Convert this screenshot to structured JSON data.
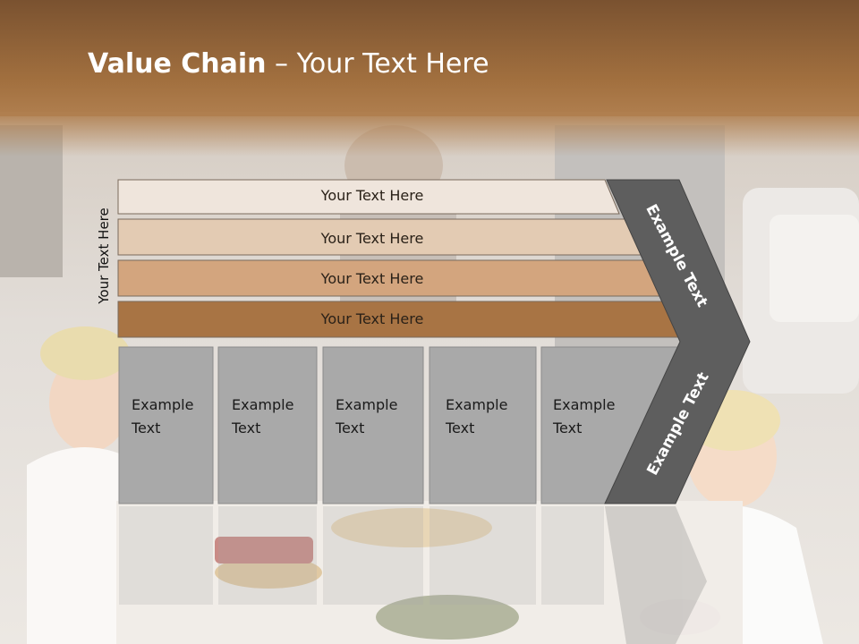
{
  "slide": {
    "title_bold": "Value Chain",
    "title_rest": " – Your Text Here",
    "vertical_label": "Your Text Here"
  },
  "bars": [
    {
      "label": "Your Text Here",
      "color": "#efe5dc"
    },
    {
      "label": "Your Text Here",
      "color": "#e3cbb3"
    },
    {
      "label": "Your Text Here",
      "color": "#d3a57e"
    },
    {
      "label": "Your Text Here",
      "color": "#a87444"
    }
  ],
  "boxes": [
    {
      "line1": "Example",
      "line2": "Text"
    },
    {
      "line1": "Example",
      "line2": "Text"
    },
    {
      "line1": "Example",
      "line2": "Text"
    },
    {
      "line1": "Example",
      "line2": "Text"
    },
    {
      "line1": "Example",
      "line2": "Text"
    }
  ],
  "chevron": {
    "upper_label": "Example Text",
    "lower_label": "Example Text",
    "color": "#5e5e5e"
  },
  "colors": {
    "box_fill": "#a9a9a9",
    "title_band": "#8c5e35"
  }
}
